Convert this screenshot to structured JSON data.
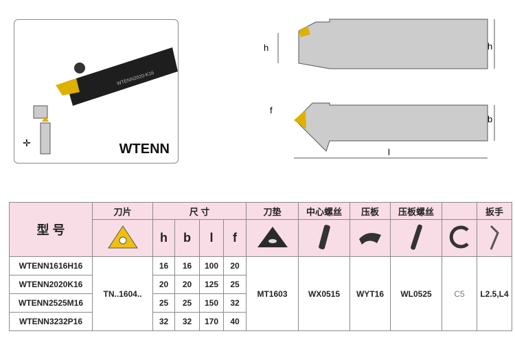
{
  "product_photo": {
    "label": "WTENN",
    "holder_marking": "WTENN2020-K16"
  },
  "drawing": {
    "dims": [
      "h",
      "h",
      "f",
      "b",
      "l"
    ]
  },
  "table": {
    "headers": {
      "model": "型 号",
      "insert": "刀片",
      "size": "尺 寸",
      "shim": "刀垫",
      "center_screw": "中心螺丝",
      "clamp": "压板",
      "clamp_screw": "压板螺丝",
      "circlip": "",
      "wrench": "扳手"
    },
    "size_cols": [
      "h",
      "b",
      "l",
      "f"
    ],
    "rows": [
      {
        "model": "WTENN1616H16",
        "h": "16",
        "b": "16",
        "l": "100",
        "f": "20"
      },
      {
        "model": "WTENN2020K16",
        "h": "20",
        "b": "20",
        "l": "125",
        "f": "25"
      },
      {
        "model": "WTENN2525M16",
        "h": "25",
        "b": "25",
        "l": "150",
        "f": "32"
      },
      {
        "model": "WTENN3232P16",
        "h": "32",
        "b": "32",
        "l": "170",
        "f": "40"
      }
    ],
    "insert": "TN..1604..",
    "shim": "MT1603",
    "center_screw": "WX0515",
    "clamp": "WYT16",
    "clamp_screw": "WL0525",
    "circlip": "C5",
    "wrench": "L2.5,L4"
  }
}
